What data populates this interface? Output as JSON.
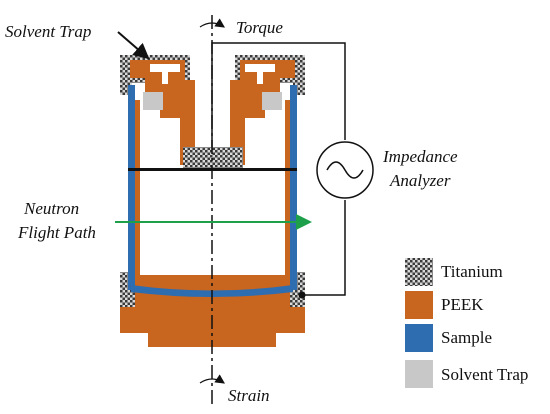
{
  "labels": {
    "solvent_trap": "Solvent Trap",
    "torque": "Torque",
    "impedance_line1": "Impedance",
    "impedance_line2": "Analyzer",
    "neutron_line1": "Neutron",
    "neutron_line2": "Flight Path",
    "strain": "Strain"
  },
  "legend": {
    "items": [
      {
        "label": "Titanium",
        "swatch": "titanium"
      },
      {
        "label": "PEEK",
        "swatch": "peek"
      },
      {
        "label": "Sample",
        "swatch": "sample"
      },
      {
        "label": "Solvent Trap",
        "swatch": "solvent"
      }
    ]
  },
  "colors": {
    "peek": "#c8651f",
    "sample": "#2e6db0",
    "solvent_trap": "#c8c8c8",
    "titanium_dark": "#3a3a3a",
    "titanium_light": "#d8d8d8",
    "neutron_path": "#1ea04b",
    "wire": "#111111"
  },
  "icons": {
    "rotation": "rotation-arrow-icon",
    "ac_source": "ac-source-icon"
  }
}
